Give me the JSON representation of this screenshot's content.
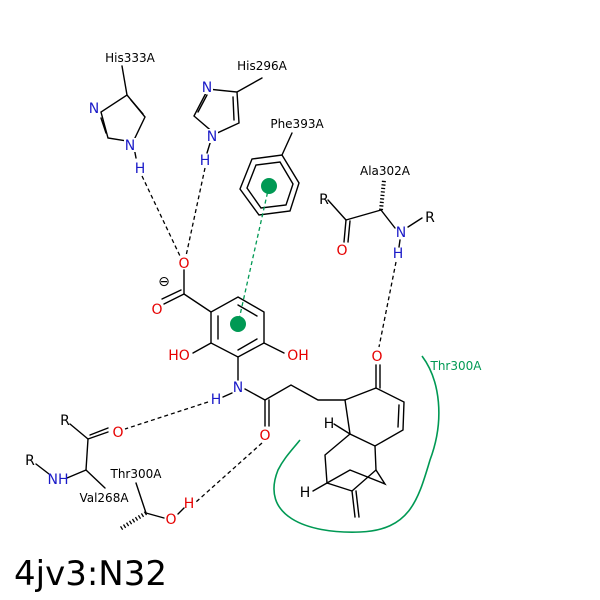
{
  "title": "4jv3:N32",
  "colors": {
    "bond": "#000000",
    "oxygen": "#e60000",
    "nitrogen": "#1a1ac8",
    "hydrophobic": "#009954",
    "pi_center": "#009954"
  },
  "residues": {
    "his333": "His333A",
    "his296": "His296A",
    "phe393": "Phe393A",
    "ala302": "Ala302A",
    "thr300_contact": "Thr300A",
    "thr300_hbond": "Thr300A",
    "val268": "Val268A"
  },
  "atoms": {
    "his333_n1": "N",
    "his333_n2": "N",
    "his333_h": "H",
    "his296_n1": "N",
    "his296_n2": "N",
    "his296_h": "H",
    "ala302_r1": "R",
    "ala302_o": "O",
    "ala302_n": "N",
    "ala302_r2": "R",
    "ala302_h": "H",
    "carboxylate_o1": "O",
    "carboxylate_o2": "O",
    "charge": "⊖",
    "oh_left": "HO",
    "oh_right": "OH",
    "amide_n": "N",
    "amide_h": "H",
    "amide_o": "O",
    "ketone_o": "O",
    "ring_h1": "H",
    "ring_h2": "H",
    "val_r1": "R",
    "val_o": "O",
    "val_r2": "R",
    "val_nh": "NH",
    "thr_o": "O",
    "thr_h": "H"
  }
}
